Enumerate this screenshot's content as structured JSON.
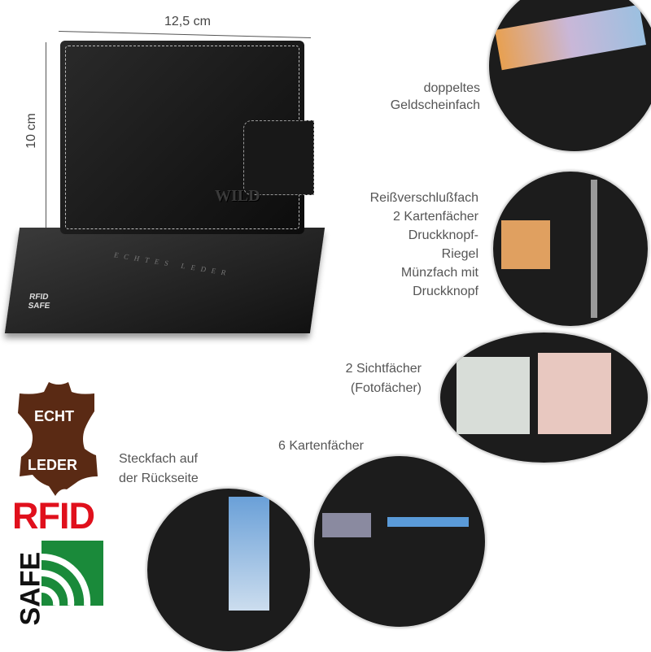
{
  "dimensions": {
    "width_label": "12,5 cm",
    "height_label": "10 cm"
  },
  "product": {
    "wallet_logo": "WILD",
    "box_text": "ECHTES LEDER",
    "box_badge": "RFID SAFE"
  },
  "features": [
    {
      "lines": [
        "doppeltes",
        "Geldscheinfach"
      ]
    },
    {
      "lines": [
        "Reißverschlußfach",
        "2 Kartenfächer",
        "Druckknopf-",
        "Riegel",
        "Münzfach mit",
        "Druckknopf"
      ]
    },
    {
      "lines": [
        "2 Sichtfächer",
        "(Fotofächer)"
      ]
    },
    {
      "lines": [
        "6 Kartenfächer"
      ]
    },
    {
      "lines": [
        "Steckfach auf",
        "der Rückseite"
      ]
    }
  ],
  "badges": {
    "leather": {
      "top": "ECHT",
      "bottom": "LEDER",
      "color": "#5a2a14"
    },
    "rfid": {
      "top": "RFID",
      "side": "SAFE",
      "red": "#e0101c",
      "green": "#1a8a3a"
    }
  }
}
